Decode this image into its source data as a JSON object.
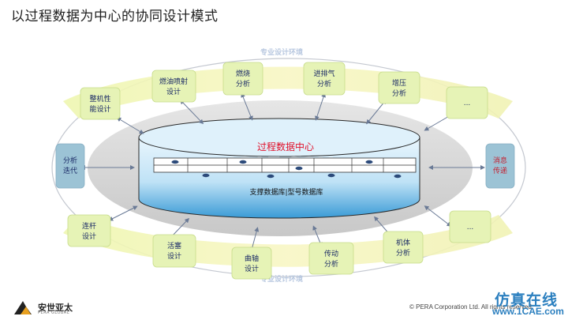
{
  "title": "以过程数据为中心的协同设计模式",
  "env_label_top": "专业设计环境",
  "env_label_bottom": "专业设计环境",
  "center": {
    "title": "过程数据中心",
    "subtitle": "支撑数据库|型号数据库",
    "watermark": "1CAE.COM"
  },
  "top_boxes": [
    {
      "lines": [
        "整机性",
        "能设计"
      ]
    },
    {
      "lines": [
        "燃油喷射",
        "设计"
      ]
    },
    {
      "lines": [
        "燃烧",
        "分析"
      ]
    },
    {
      "lines": [
        "进排气",
        "分析"
      ]
    },
    {
      "lines": [
        "增压",
        "分析"
      ]
    },
    {
      "lines": [
        "..."
      ]
    }
  ],
  "bottom_boxes": [
    {
      "lines": [
        "连杆",
        "设计"
      ]
    },
    {
      "lines": [
        "活塞",
        "设计"
      ]
    },
    {
      "lines": [
        "曲轴",
        "设计"
      ]
    },
    {
      "lines": [
        "传动",
        "分析"
      ]
    },
    {
      "lines": [
        "机体",
        "分析"
      ]
    },
    {
      "lines": [
        "..."
      ]
    }
  ],
  "side_left": {
    "lines": [
      "分析",
      "迭代"
    ]
  },
  "side_right": {
    "lines": [
      "消息",
      "传递"
    ]
  },
  "footer": {
    "logo_text": "安世亚太",
    "logo_sub": "PERA GLOBAL",
    "copyright": "© PERA Corporation Ltd. All rights reserved.",
    "watermark_cn": "仿真在线",
    "watermark_url": "www.1CAE.com"
  },
  "colors": {
    "box_fill": "#e8f5b8",
    "box_stroke": "#c7dc8a",
    "arc_fill": "#f5f8a8",
    "ellipse_fill": "#d3d3d3",
    "side_box": "#9cc3d5",
    "cylinder_top": "#dbeefa",
    "cylinder_body": "#3fa0d8",
    "accent_red": "#e0102a"
  }
}
